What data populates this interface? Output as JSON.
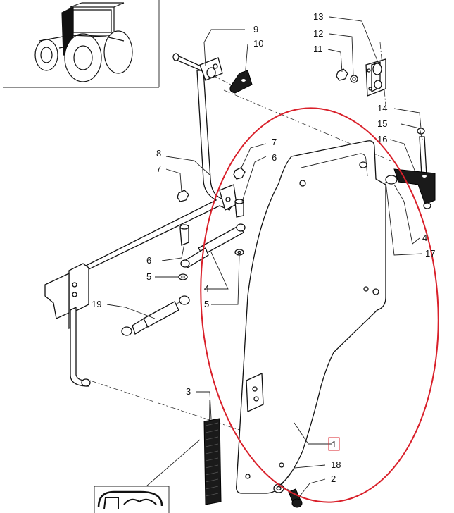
{
  "diagram": {
    "callouts": [
      {
        "id": "c9",
        "text": "9"
      },
      {
        "id": "c10",
        "text": "10"
      },
      {
        "id": "c13",
        "text": "13"
      },
      {
        "id": "c12",
        "text": "12"
      },
      {
        "id": "c11",
        "text": "11"
      },
      {
        "id": "c14",
        "text": "14"
      },
      {
        "id": "c15",
        "text": "15"
      },
      {
        "id": "c16",
        "text": "16"
      },
      {
        "id": "c8",
        "text": "8"
      },
      {
        "id": "c7a",
        "text": "7"
      },
      {
        "id": "c7b",
        "text": "7"
      },
      {
        "id": "c6a",
        "text": "6"
      },
      {
        "id": "c6b",
        "text": "6"
      },
      {
        "id": "c5a",
        "text": "5"
      },
      {
        "id": "c5b",
        "text": "5"
      },
      {
        "id": "c4a",
        "text": "4"
      },
      {
        "id": "c4b",
        "text": "4"
      },
      {
        "id": "c17",
        "text": "17"
      },
      {
        "id": "c19",
        "text": "19"
      },
      {
        "id": "c3",
        "text": "3"
      },
      {
        "id": "c1",
        "text": "1"
      },
      {
        "id": "c18",
        "text": "18"
      },
      {
        "id": "c2",
        "text": "2"
      }
    ],
    "highlight_color": "#d9202a",
    "ink_color": "#111111"
  }
}
